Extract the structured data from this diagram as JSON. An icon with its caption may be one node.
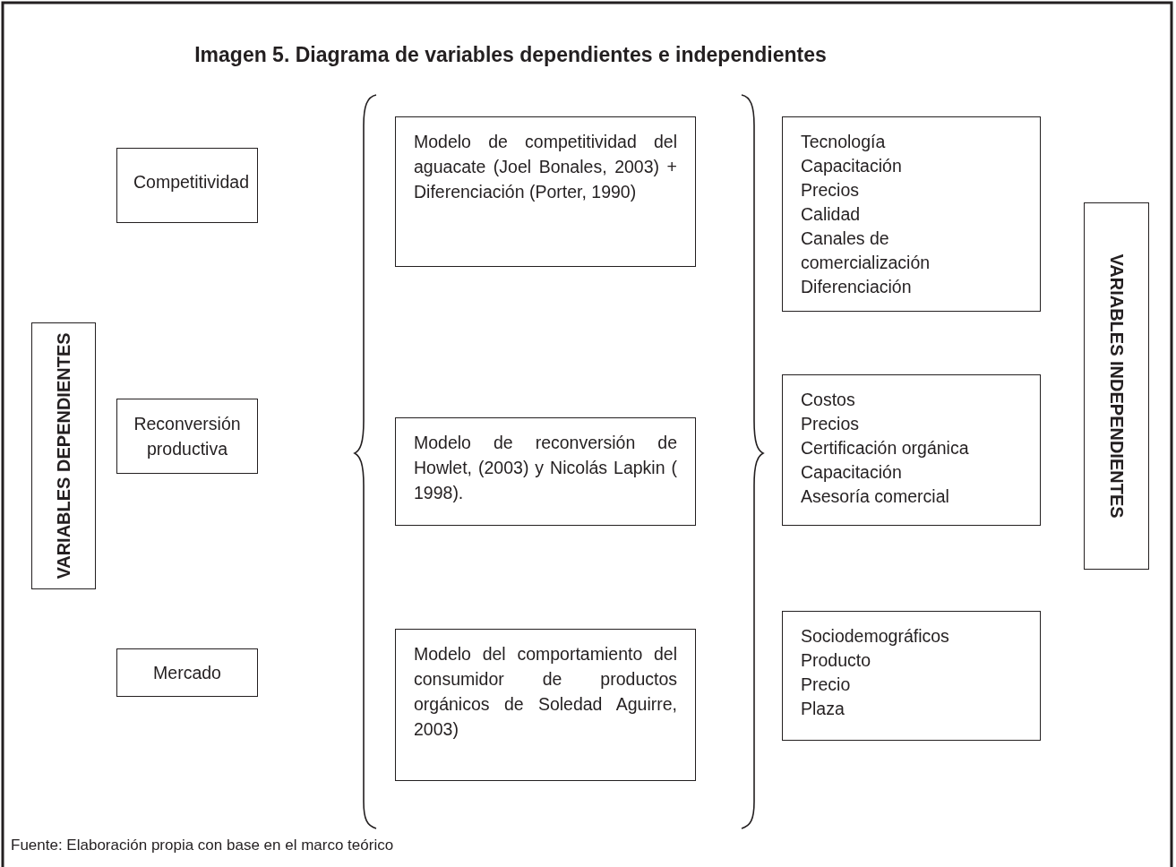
{
  "diagram": {
    "title": "Imagen 5. Diagrama de variables dependientes e independientes",
    "caption": "Fuente: Elaboración propia con base en el marco teórico",
    "nodes": [
      {
        "text": [
          "VARIABLES DEPENDIENTES"
        ]
      },
      {
        "text": [
          "Competitividad"
        ]
      },
      {
        "text": [
          "Reconversión productiva"
        ]
      },
      {
        "text": [
          "Mercado"
        ]
      },
      {
        "text": [
          "Modelo de competitividad del aguacate (Joel Bonales, 2003) + Diferenciación (Porter, 1990)"
        ]
      },
      {
        "text": [
          "Modelo de reconversión de Howlet, (2003) y Nicolás Lapkin ( 1998)."
        ]
      },
      {
        "text": [
          "Modelo del comportamiento del consumidor de productos orgánicos de Soledad Aguirre, 2003)"
        ]
      },
      {
        "text": [
          "Tecnología",
          "Capacitación",
          "Precios",
          "Calidad",
          "Canales de comercialización",
          "Diferenciación"
        ]
      },
      {
        "text": [
          "Costos",
          "Precios",
          "Certificación orgánica",
          "Capacitación",
          "Asesoría comercial"
        ]
      },
      {
        "text": [
          "Sociodemográficos",
          "Producto",
          "Precio",
          "Plaza"
        ]
      },
      {
        "text": [
          "VARIABLES INDEPENDIENTES"
        ]
      }
    ]
  }
}
